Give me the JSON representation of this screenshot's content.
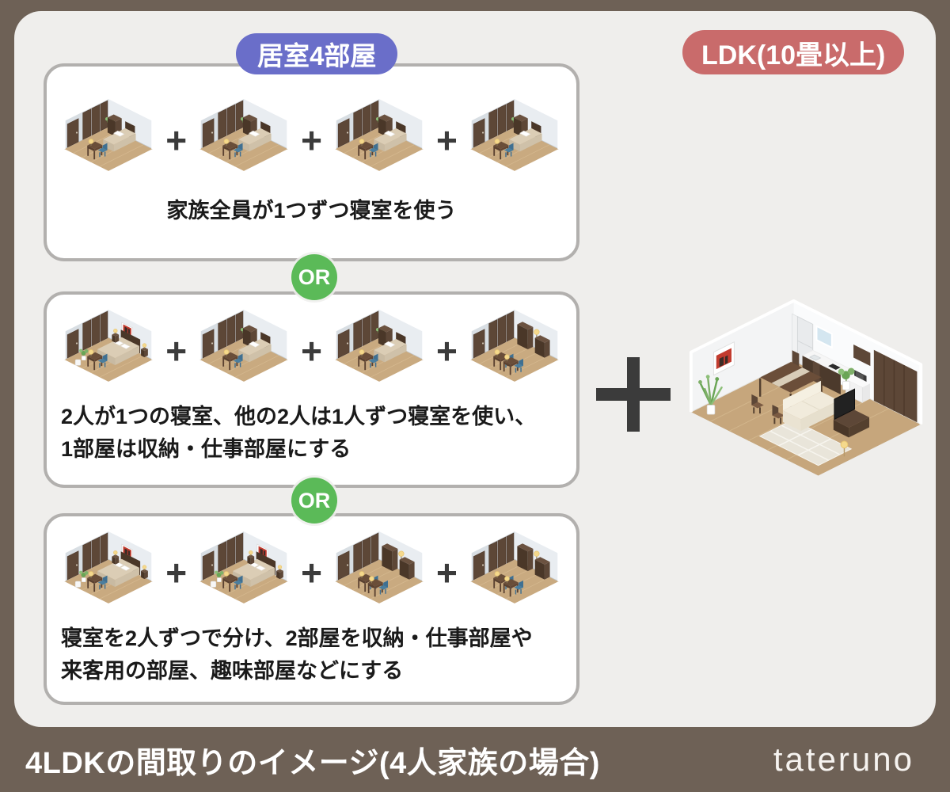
{
  "header": {
    "left_badge": "居室4部屋",
    "right_badge": "LDK(10畳以上)"
  },
  "boxes": [
    {
      "rooms": [
        "single-bedroom",
        "single-bedroom",
        "single-bedroom",
        "single-bedroom"
      ],
      "caption": "家族全員が1つずつ寝室を使う"
    },
    {
      "rooms": [
        "double-bedroom",
        "single-bedroom",
        "single-bedroom",
        "work-room"
      ],
      "caption": "2人が1つの寝室、他の2人は1人ずつ寝室を使い、\n1部屋は収納・仕事部屋にする"
    },
    {
      "rooms": [
        "double-bedroom",
        "double-bedroom",
        "work-room",
        "work-room"
      ],
      "caption": "寝室を2人ずつで分け、2部屋を収納・仕事部屋や\n来客用の部屋、趣味部屋などにする"
    }
  ],
  "or_label": "OR",
  "plus_label": "+",
  "ldk_illustration": "ldk-living-dining-kitchen-room",
  "footer": {
    "title": "4LDKの間取りのイメージ(4人家族の場合)",
    "logo": "tateruno"
  },
  "colors": {
    "frame_brown": "#6e6156",
    "panel_gray": "#efeeec",
    "box_border": "#b2b0ae",
    "badge_purple": "#6a6ec9",
    "badge_rose": "#c96b6b",
    "or_green": "#5bba58",
    "plus_dark": "#3b3b3b",
    "text_dark": "#1a1a1a",
    "text_white": "#ffffff"
  }
}
